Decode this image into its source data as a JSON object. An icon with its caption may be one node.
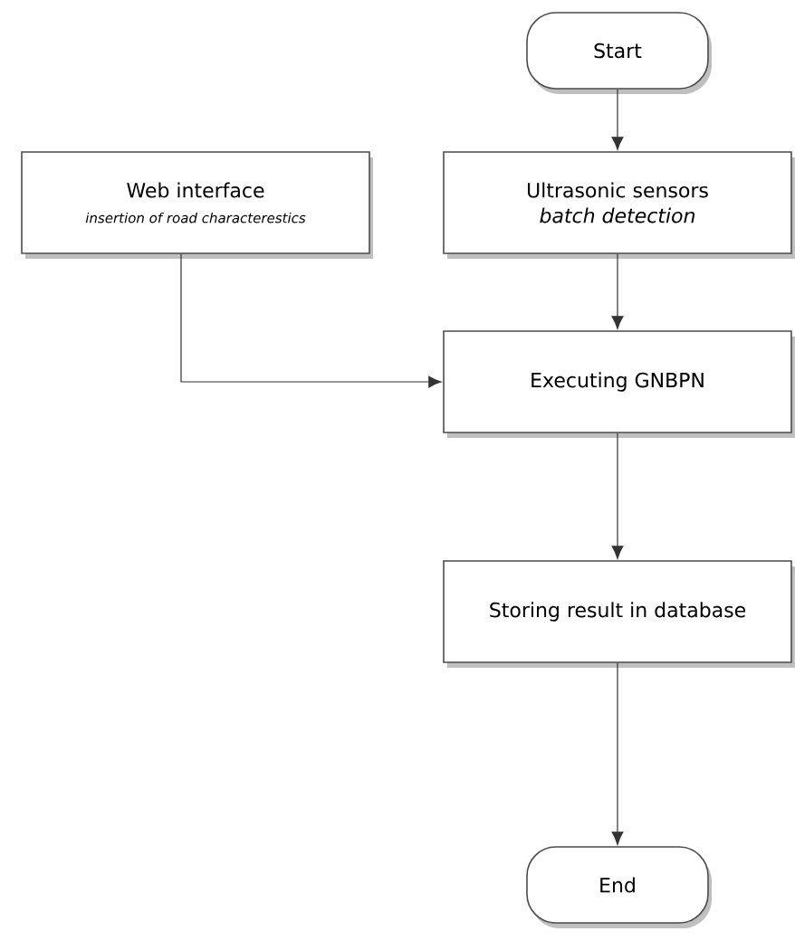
{
  "diagram": {
    "nodes": [
      {
        "text": [
          "Start"
        ]
      },
      {
        "text": [
          "Web interface",
          "insertion of road characterestics"
        ]
      },
      {
        "text": [
          "Ultrasonic sensors",
          "batch detection"
        ]
      },
      {
        "text": [
          "Executing GNBPN"
        ]
      },
      {
        "text": [
          "Storing result in database"
        ]
      },
      {
        "text": [
          "End"
        ]
      }
    ],
    "edges": [
      {
        "from": 0,
        "to": 2,
        "arrow": "to"
      },
      {
        "from": 2,
        "to": 3,
        "arrow": "to"
      },
      {
        "from": 1,
        "to": 3,
        "arrow": "to"
      },
      {
        "from": 3,
        "to": 4,
        "arrow": "to"
      },
      {
        "from": 4,
        "to": 5,
        "arrow": "to"
      }
    ]
  }
}
